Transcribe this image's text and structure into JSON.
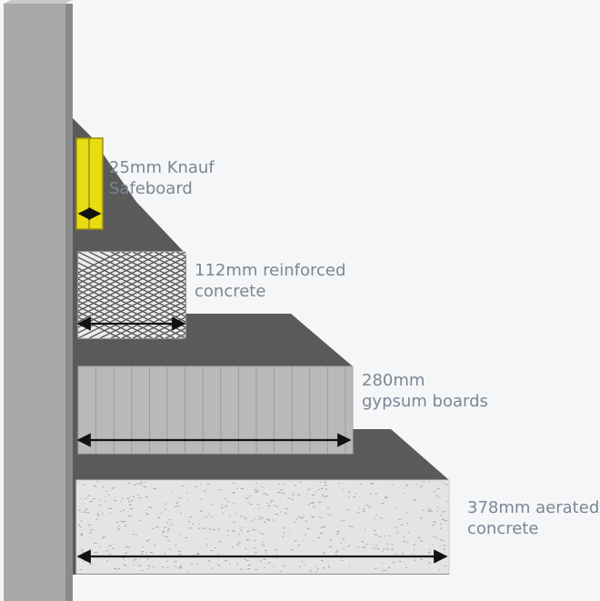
{
  "layers": [
    {
      "id": "knauf",
      "line1": "25mm Knauf",
      "line2": "Safeboard",
      "board_color": "#e8dc12",
      "board_stroke": "#9a9010"
    },
    {
      "id": "reinforced",
      "line1": "112mm reinforced",
      "line2": "concrete",
      "fill_color": "#ececec",
      "mesh_color": "#555555"
    },
    {
      "id": "gypsum",
      "line1": "280mm",
      "line2": "gypsum boards",
      "fill_color": "#b9b9b9",
      "seam_color": "#9a9a9a"
    },
    {
      "id": "aerated",
      "line1": "378mm aerated",
      "line2": "concrete",
      "fill_color": "#e4e4e2",
      "speckle_color": "#9a9a9a"
    }
  ],
  "colors": {
    "wall_front": "#a9a9a9",
    "wall_top": "#c9c9c9",
    "wall_side": "#8a8a8a",
    "step_dark": "#5a5a5a",
    "arrow": "#111111",
    "label_text": "#7b8693"
  },
  "icons": [
    "double-arrow-icon"
  ]
}
